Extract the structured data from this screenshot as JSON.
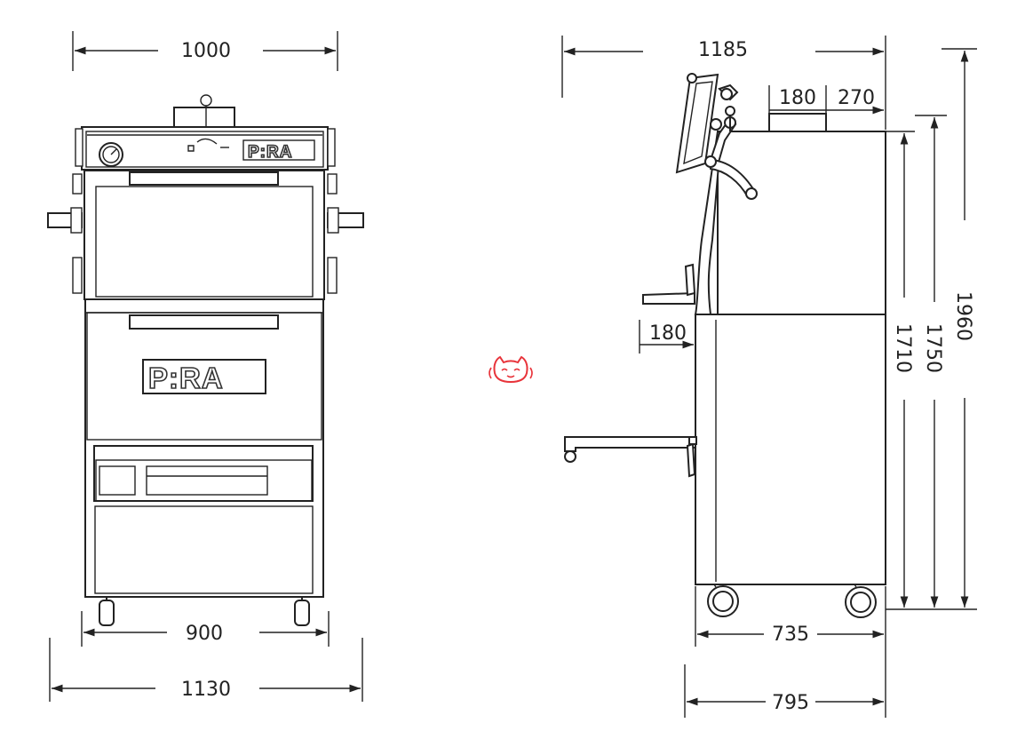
{
  "front_view": {
    "brand_logo": "P:RA",
    "dimensions": {
      "top_width": "1000",
      "caster_spacing": "900",
      "overall_width": "1130"
    }
  },
  "side_view": {
    "dimensions": {
      "overall_depth": "1185",
      "chimney_width": "180",
      "chimney_offset": "270",
      "handle_projection": "180",
      "height_body": "1710",
      "height_chimney": "1750",
      "height_overall": "1960",
      "base_depth": "735",
      "base_depth_overall": "795"
    }
  },
  "watermark": {
    "icon": "cat-face-icon",
    "color": "#e8333a"
  }
}
